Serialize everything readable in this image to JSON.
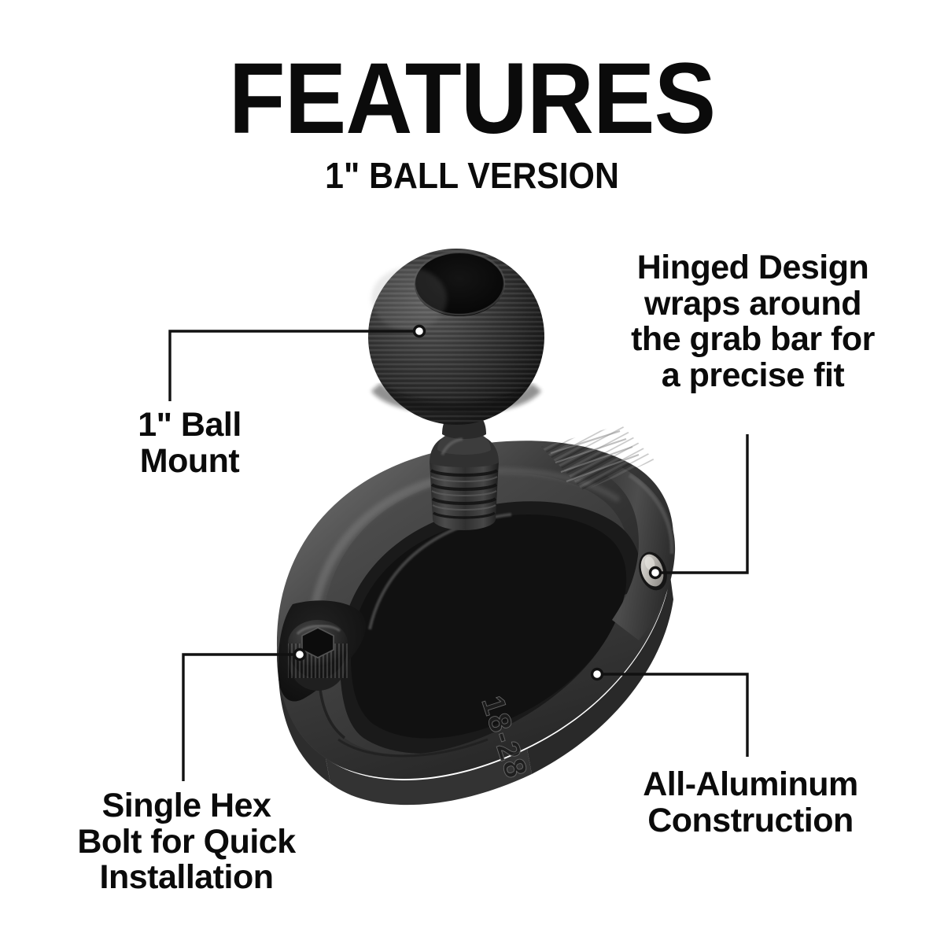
{
  "header": {
    "title": "FEATURES",
    "subtitle": "1\" BALL VERSION"
  },
  "callouts": [
    {
      "id": "ball-mount",
      "text": "1\" Ball\nMount",
      "marker": "hollow-circle",
      "anchor": "ball"
    },
    {
      "id": "hinged-design",
      "text": "Hinged Design\nwraps around\nthe grab bar for\na precise fit",
      "marker": "hollow-circle",
      "anchor": "hinge-pin"
    },
    {
      "id": "hex-bolt",
      "text": "Single Hex\nBolt for Quick\nInstallation",
      "marker": "hollow-circle",
      "anchor": "hex-bolt"
    },
    {
      "id": "aluminum",
      "text": "All-Aluminum\nConstruction",
      "marker": "hollow-circle",
      "anchor": "clamp-band"
    }
  ],
  "product": {
    "name": "grab bar clamp mount with 1 inch ball",
    "embossed_marking": "18-28",
    "colors": {
      "background": "#ffffff",
      "text": "#0b0b0b",
      "leader_line": "#111111",
      "body_dark": "#2b2b2b",
      "body_mid": "#454545",
      "body_light": "#6a6a6a",
      "ball_dark": "#1c1c1c",
      "ball_mid": "#3a3a3a",
      "socket_hole": "#0a0a0a",
      "hinge_pin_metal": "#b9b6b1"
    }
  }
}
